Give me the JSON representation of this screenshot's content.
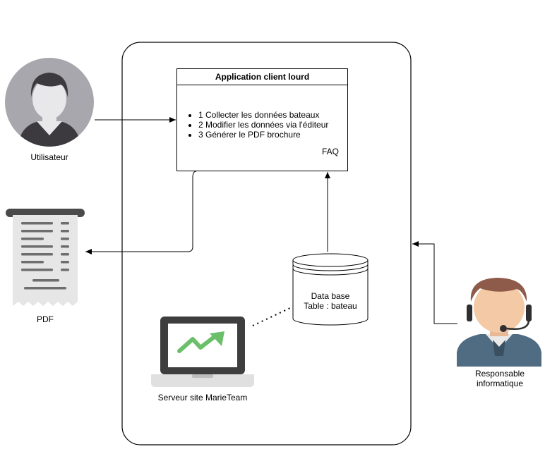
{
  "app_box": {
    "title": "Application client lourd",
    "items": [
      "1 Collecter les données bateaux",
      "2 Modifier les données via l'éditeur",
      "3 Générer le PDF brochure"
    ],
    "badge": "FAQ"
  },
  "actors": {
    "user": "Utilisateur",
    "pdf": "PDF",
    "server": "Serveur site MarieTeam",
    "admin_line1": "Responsable",
    "admin_line2": "informatique"
  },
  "database": {
    "line1": "Data base",
    "line2": "Table : bateau"
  },
  "colors": {
    "person_gray": "#A7A7AD",
    "hair": "#3D3A3F",
    "laptop_dark": "#3E3E3E",
    "trend_green": "#6BBF6B",
    "bulb_yellow": "#F5D44B",
    "admin_shirt": "#4F6C82",
    "admin_hair": "#8E5A4A",
    "admin_skin": "#F4C9A6"
  }
}
